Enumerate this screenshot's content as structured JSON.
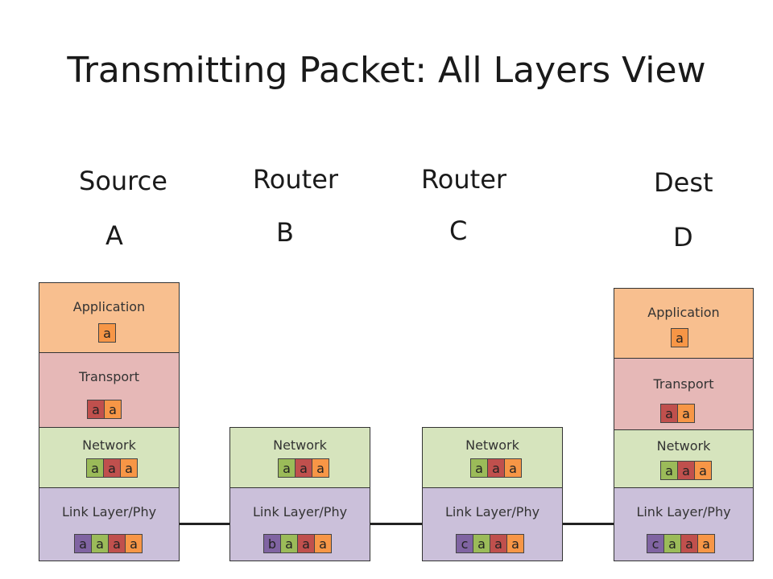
{
  "title": "Transmitting Packet: All Layers View",
  "nodes": {
    "a": {
      "role": "Source",
      "id": "A"
    },
    "b": {
      "role": "Router",
      "id": "B"
    },
    "c": {
      "role": "Router",
      "id": "C"
    },
    "d": {
      "role": "Dest",
      "id": "D"
    }
  },
  "layers": {
    "application": "Application",
    "transport": "Transport",
    "network": "Network",
    "link": "Link Layer/Phy"
  },
  "headers": {
    "app": "a",
    "trans": "a",
    "net": "a",
    "link_a": "a",
    "link_b": "b",
    "link_c": "c"
  },
  "colors": {
    "application_layer": "#f8bf8f",
    "transport_layer": "#e6b8b7",
    "network_layer": "#d6e4bd",
    "link_layer": "#cbc0da",
    "app_header": "#f79646",
    "transport_header": "#c0504d",
    "network_header": "#9bbb59",
    "link_header": "#8064a2"
  }
}
